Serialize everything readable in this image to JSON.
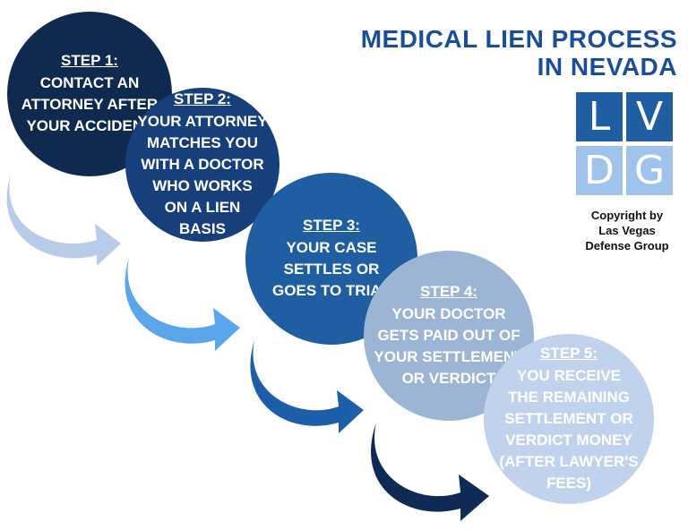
{
  "diagram": {
    "title": "MEDICAL LIEN PROCESS\nIN NEVADA",
    "steps": [
      {
        "label": "STEP 1:",
        "text": "CONTACT AN\nATTORNEY AFTER\nYOUR ACCIDENT",
        "color": "#102a4f"
      },
      {
        "label": "STEP 2:",
        "text": "YOUR ATTORNEY\nMATCHES YOU\nWITH A DOCTOR\nWHO WORKS\nON A LIEN\nBASIS",
        "color": "#173f7c"
      },
      {
        "label": "STEP 3:",
        "text": "YOUR CASE\nSETTLES OR\nGOES TO TRIAL",
        "color": "#1f5ea1"
      },
      {
        "label": "STEP 4:",
        "text": "YOUR DOCTOR\nGETS PAID OUT OF\nYOUR SETTLEMENT\nOR VERDICT",
        "color": "#9db5d5"
      },
      {
        "label": "STEP 5:",
        "text": "YOU RECEIVE\nTHE REMAINING\nSETTLEMENT OR\nVERDICT MONEY\n(AFTER LAWYER'S\nFEES)",
        "color": "#c1d3ec"
      }
    ],
    "arrows": [
      {
        "color": "#b8cbe8"
      },
      {
        "color": "#5aa6ea"
      },
      {
        "color": "#1c5ea8"
      },
      {
        "color": "#0e2a55"
      }
    ]
  },
  "logo": {
    "tiles": [
      "L",
      "V",
      "D",
      "G"
    ],
    "tile_colors": [
      "#1f5ea1",
      "#1f5ea1",
      "#9fc3ea",
      "#9fc3ea"
    ]
  },
  "copyright": "Copyright by\nLas Vegas\nDefense Group",
  "colors": {
    "title": "#1a4e99",
    "text_dark": "#111111"
  }
}
